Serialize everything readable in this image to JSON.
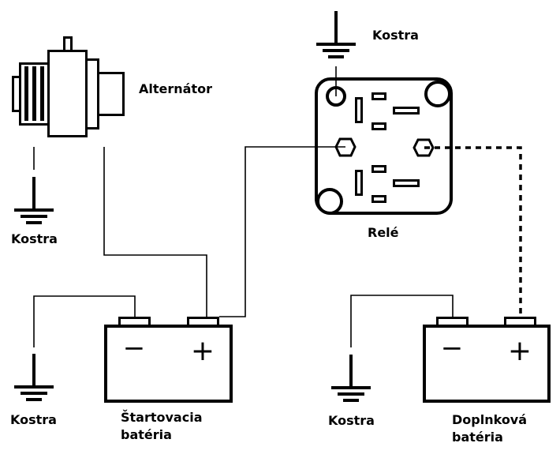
{
  "diagram": {
    "labels": {
      "alternator": "Alternátor",
      "relay": "Relé",
      "ground_top": "Kostra",
      "ground_alternator": "Kostra",
      "ground_start_battery": "Kostra",
      "ground_aux_battery": "Kostra",
      "start_battery_line1": "Štartovacia",
      "start_battery_line2": "batéria",
      "aux_battery_line1": "Doplnková",
      "aux_battery_line2": "batéria"
    },
    "battery_symbols": {
      "minus": "−",
      "plus": "+"
    },
    "connections": [
      {
        "from": "alternator",
        "to": "start-battery-plus",
        "style": "solid"
      },
      {
        "from": "start-battery-plus",
        "to": "relay-left-terminal",
        "style": "solid"
      },
      {
        "from": "relay-right-terminal",
        "to": "aux-battery-plus",
        "style": "dashed"
      },
      {
        "from": "start-battery-minus",
        "to": "ground",
        "style": "solid"
      },
      {
        "from": "aux-battery-minus",
        "to": "ground",
        "style": "solid"
      },
      {
        "from": "relay-top-left-terminal",
        "to": "ground",
        "style": "solid"
      }
    ]
  }
}
